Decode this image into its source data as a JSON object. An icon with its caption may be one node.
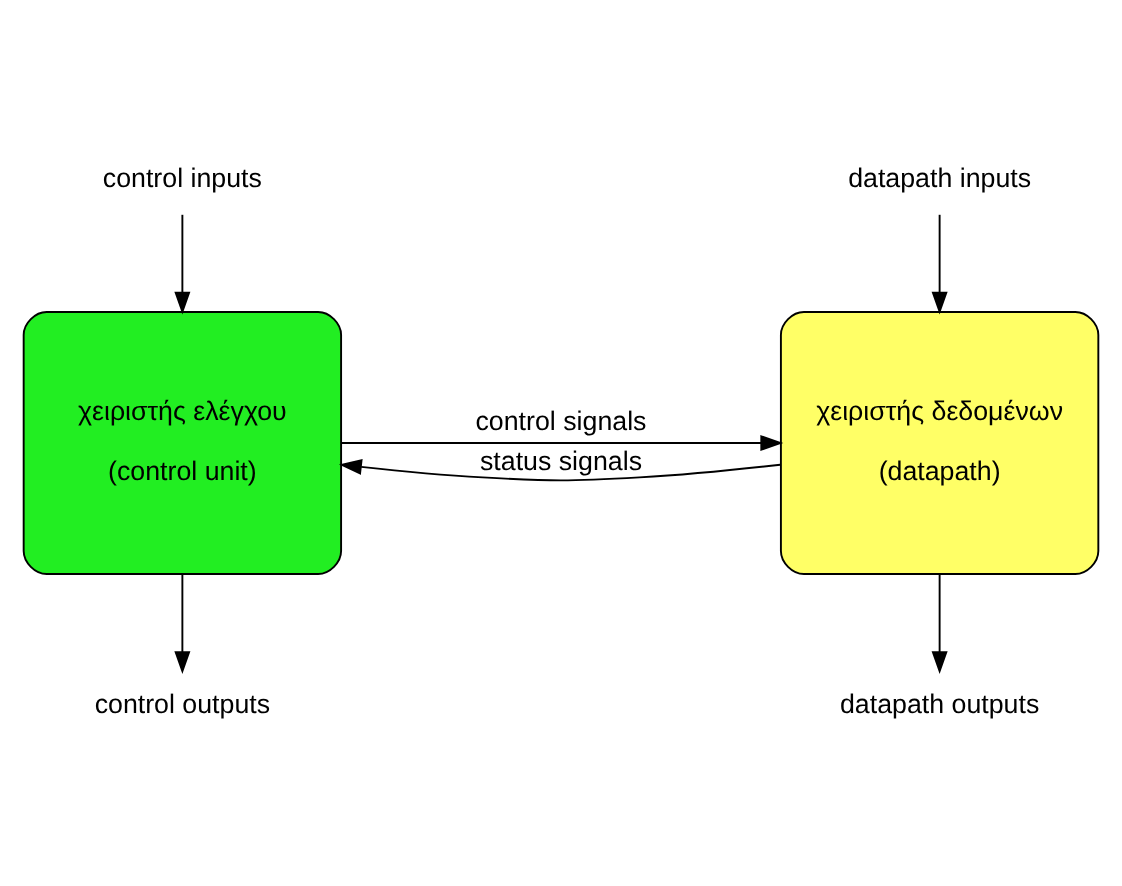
{
  "diagram": {
    "nodes": [
      {
        "text": [
          "control inputs"
        ]
      },
      {
        "text": [
          "datapath inputs"
        ]
      },
      {
        "text": [
          "χειριστής ελέγχου",
          "(control unit)"
        ]
      },
      {
        "text": [
          "χειριστής δεδομένων",
          "(datapath)"
        ]
      },
      {
        "text": [
          "control outputs"
        ]
      },
      {
        "text": [
          "datapath outputs"
        ]
      }
    ],
    "edges": [
      {
        "from": 0,
        "to": 2,
        "arrow": "to"
      },
      {
        "from": 1,
        "to": 3,
        "arrow": "to"
      },
      {
        "from": 2,
        "to": 3,
        "arrow": "to",
        "label": "control signals"
      },
      {
        "from": 3,
        "to": 2,
        "arrow": "to",
        "label": "status signals"
      },
      {
        "from": 2,
        "to": 4,
        "arrow": "to"
      },
      {
        "from": 3,
        "to": 5,
        "arrow": "to"
      }
    ]
  }
}
